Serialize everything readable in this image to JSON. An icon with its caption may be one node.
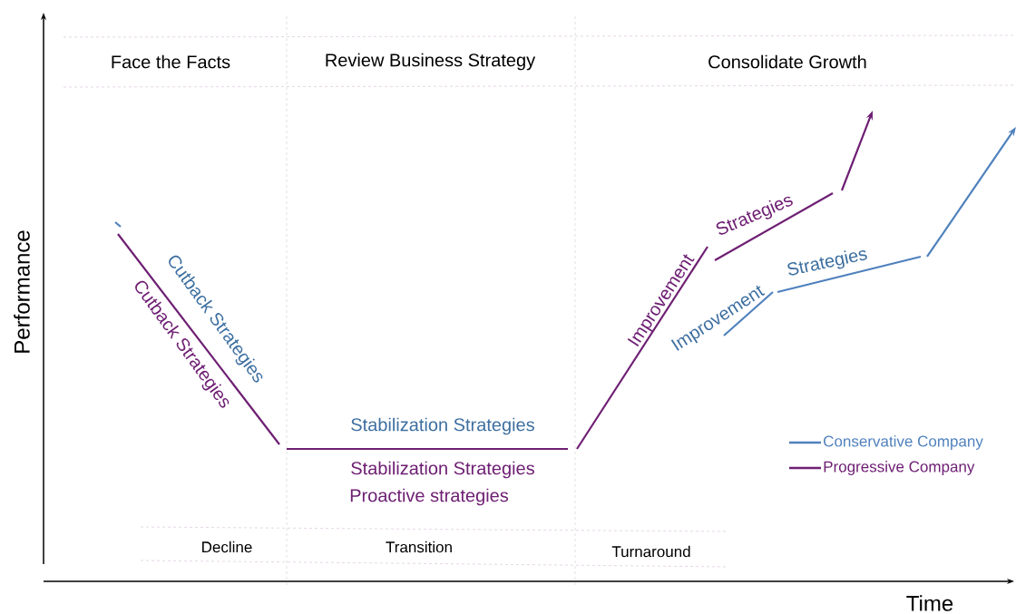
{
  "diagram": {
    "labels": [
      "Face the Facts",
      "Review Business Strategy",
      "Consolidate Growth",
      "Performance",
      "Cutback Strategies",
      "Cutback Strategies",
      "Improvement",
      "Strategies",
      "Improvement",
      "Strategies",
      "Stabilization Strategies",
      "Stabilization Strategies",
      "Proactive strategies",
      "Decline",
      "Transition",
      "Turnaround",
      "Time"
    ],
    "legend": [
      {
        "text": "Conservative Company"
      },
      {
        "text": "Progressive Company"
      }
    ]
  }
}
